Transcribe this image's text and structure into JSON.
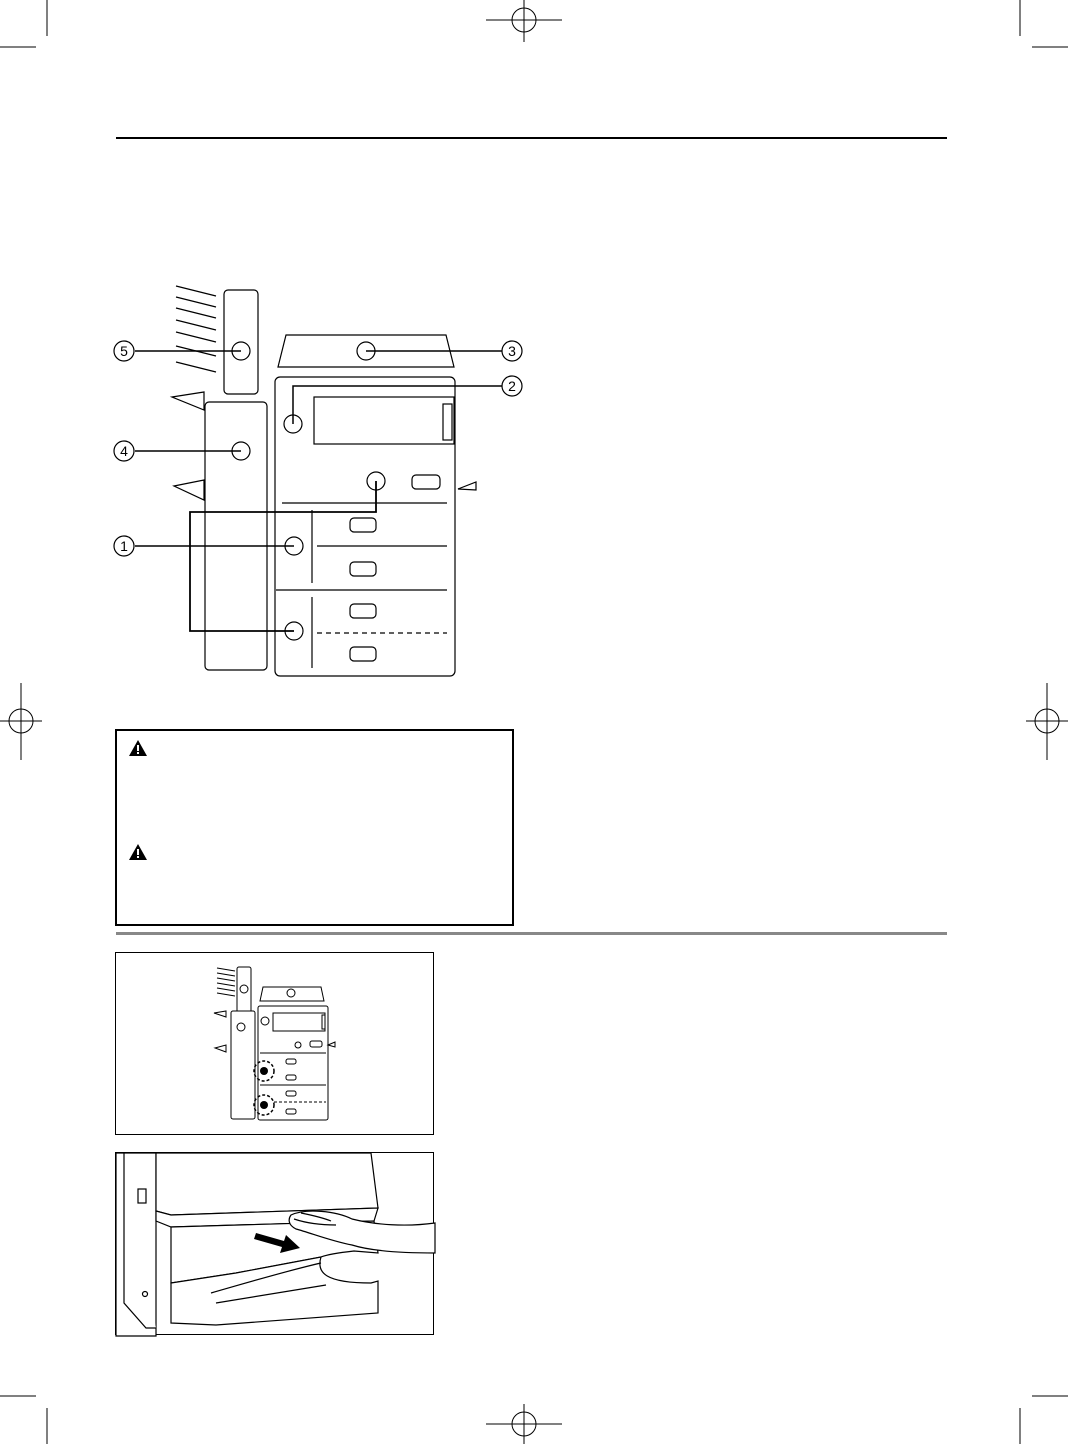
{
  "main_diagram": {
    "callouts": [
      "1",
      "2",
      "3",
      "4",
      "5"
    ]
  },
  "caution_box": {
    "icons": [
      "warning-triangle-icon",
      "warning-triangle-icon"
    ]
  },
  "illustrations": [
    "jam-location-diagram",
    "drawer-pull-illustration"
  ],
  "colors": {
    "line": "#000000",
    "rule_gray": "#888888",
    "background": "#ffffff"
  }
}
